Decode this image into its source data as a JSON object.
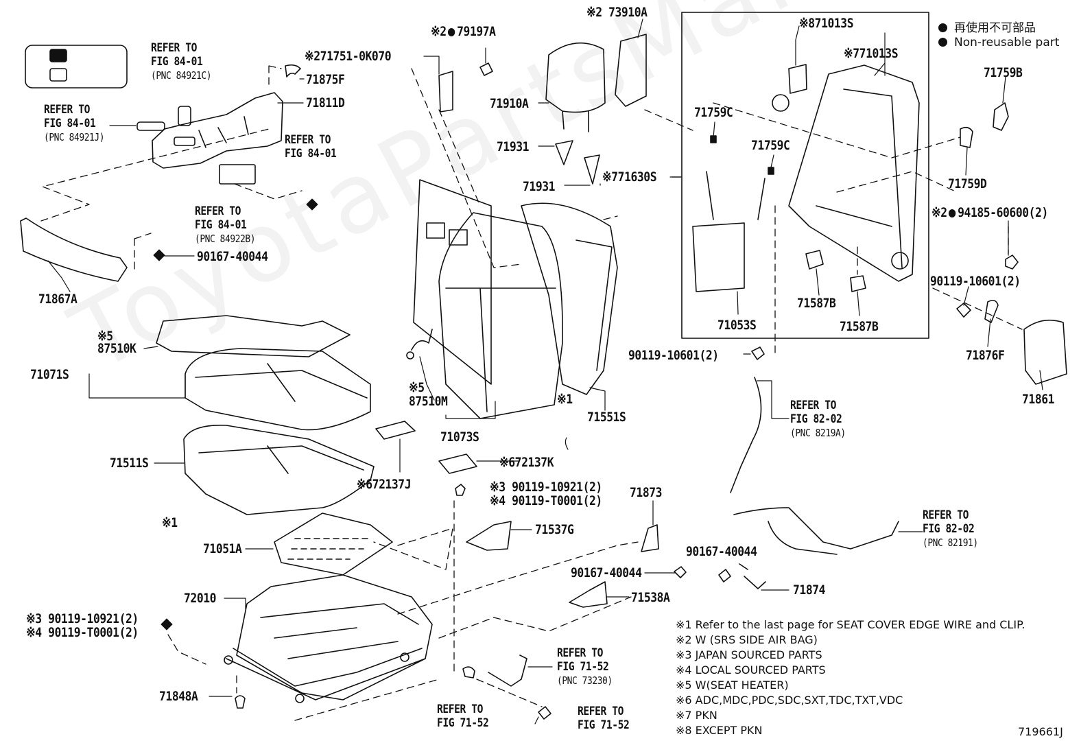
{
  "legend": {
    "line_jp": "再使用不可部品",
    "line_en": "Non-reusable part"
  },
  "watermark": "ToyotaPartsMarket.ru",
  "figure_id": "719661J",
  "labels": {
    "p71875F": "71875F",
    "p71811D": "71811D",
    "p71867A": "71867A",
    "p90167_40044_a": "90167-40044",
    "p87510K": "87510K",
    "p71071S": "71071S",
    "p71511S": "71511S",
    "p71051A": "71051A",
    "p72010": "72010",
    "p71848A": "71848A",
    "p79197A": "79197A",
    "p71751_0K070": "71751-0K070",
    "p73910A": "73910A",
    "p71910A": "71910A",
    "p71931_a": "71931",
    "p71931_b": "71931",
    "p71630S": "71630S",
    "p87510M": "87510M",
    "p71073S": "71073S",
    "p71551S": "71551S",
    "p72137K": "72137K",
    "p72137J": "72137J",
    "p71537G": "71537G",
    "p71873": "71873",
    "p90167_40044_b": "90167-40044",
    "p71538A": "71538A",
    "p90167_40044_c": "90167-40044",
    "p71874": "71874",
    "p71013S_a": "71013S",
    "p71013S_b": "71013S",
    "p71759C_a": "71759C",
    "p71759C_b": "71759C",
    "p71053S": "71053S",
    "p71587B_a": "71587B",
    "p71587B_b": "71587B",
    "p71759B": "71759B",
    "p71759D": "71759D",
    "p94185": "94185-60600(2)",
    "p90119_10601_a": "90119-10601(2)",
    "p90119_10601_b": "90119-10601(2)",
    "p71876F": "71876F",
    "p71861": "71861",
    "p90119_10921_a": "90119-10921(2)",
    "p90119_T0001_a": "90119-T0001(2)",
    "p90119_10921_b": "90119-10921(2)",
    "p90119_T0001_b": "90119-T0001(2)"
  },
  "marks": {
    "m1": "※1",
    "m2": "※2",
    "m3": "※3",
    "m4": "※4",
    "m5": "※5",
    "m6": "※6",
    "m7": "※7",
    "m8": "※8"
  },
  "refs": {
    "r1_l1": "REFER TO",
    "r1_l2": "FIG 84-01",
    "r1_l3": "(PNC 84921C)",
    "r2_l1": "REFER TO",
    "r2_l2": "FIG 84-01",
    "r2_l3": "(PNC 84921J)",
    "r3_l1": "REFER TO",
    "r3_l2": "FIG 84-01",
    "r4_l1": "REFER TO",
    "r4_l2": "FIG 84-01",
    "r4_l3": "(PNC 84922B)",
    "r5_l1": "REFER TO",
    "r5_l2": "FIG 82-02",
    "r5_l3": "(PNC 8219A)",
    "r6_l1": "REFER TO",
    "r6_l2": "FIG 82-02",
    "r6_l3": "(PNC 82191)",
    "r7_l1": "REFER TO",
    "r7_l2": "FIG 71-52",
    "r7_l3": "(PNC 73230)",
    "r8_l1": "REFER TO",
    "r8_l2": "FIG 71-52",
    "r9_l1": "REFER TO",
    "r9_l2": "FIG 71-52"
  },
  "notes": [
    "※1  Refer to the last page for SEAT COVER EDGE WIRE and CLIP.",
    "※2  W (SRS SIDE AIR BAG)",
    "※3  JAPAN SOURCED PARTS",
    "※4  LOCAL SOURCED PARTS",
    "※5  W(SEAT HEATER)",
    "※6  ADC,MDC,PDC,SDC,SXT,TDC,TXT,VDC",
    "※7 PKN",
    "※8 EXCEPT PKN"
  ]
}
